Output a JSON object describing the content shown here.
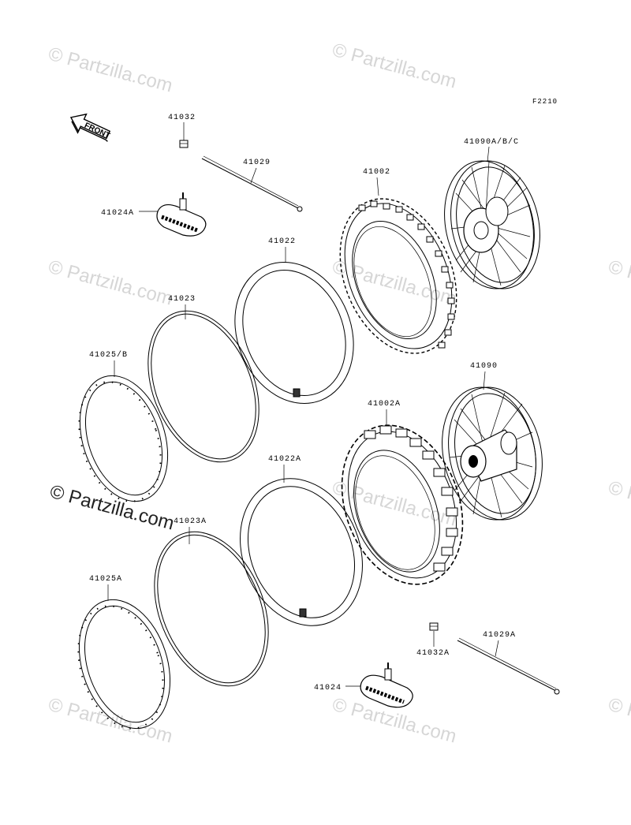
{
  "diagram": {
    "ref_code": "F2210",
    "front_label": "FRONT",
    "watermark": "© Partzilla.com",
    "watermark_small": "Partzilla.com",
    "labels": {
      "p41032": "41032",
      "p41029": "41029",
      "p41024A": "41024A",
      "p41002": "41002",
      "p41090ABC": "41090A/B/C",
      "p41022": "41022",
      "p41023": "41023",
      "p41025B": "41025/B",
      "p41090": "41090",
      "p41002A": "41002A",
      "p41022A": "41022A",
      "p41023A": "41023A",
      "p41025A": "41025A",
      "p41032A": "41032A",
      "p41029A": "41029A",
      "p41024": "41024"
    }
  }
}
